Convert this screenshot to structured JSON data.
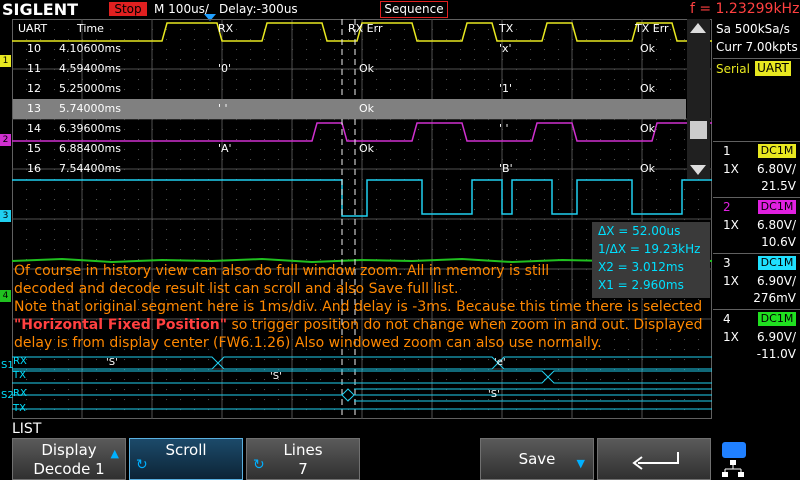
{
  "topbar": {
    "logo": "SIGLENT",
    "status": "Stop",
    "timebase": "M 100us/",
    "delay": "Delay:-300us",
    "mode": "Sequence",
    "frequency": "f = 1.23299kHz"
  },
  "table": {
    "headers": [
      "UART",
      "Time",
      "RX",
      "RX Err",
      "TX",
      "TX Err"
    ],
    "rows": [
      {
        "id": "10",
        "time": "4.10600ms",
        "rx": "",
        "rx_err": "",
        "tx": "'x'",
        "tx_err": "Ok"
      },
      {
        "id": "11",
        "time": "4.59400ms",
        "rx": "'0'",
        "rx_err": "Ok",
        "tx": "",
        "tx_err": ""
      },
      {
        "id": "12",
        "time": "5.25000ms",
        "rx": "",
        "rx_err": "",
        "tx": "'1'",
        "tx_err": "Ok"
      },
      {
        "id": "13",
        "time": "5.74000ms",
        "rx": "' '",
        "rx_err": "Ok",
        "tx": "",
        "tx_err": ""
      },
      {
        "id": "14",
        "time": "6.39600ms",
        "rx": "",
        "rx_err": "",
        "tx": "' '",
        "tx_err": "Ok"
      },
      {
        "id": "15",
        "time": "6.88400ms",
        "rx": "'A'",
        "rx_err": "Ok",
        "tx": "",
        "tx_err": ""
      },
      {
        "id": "16",
        "time": "7.54400ms",
        "rx": "",
        "rx_err": "",
        "tx": "'B'",
        "tx_err": "Ok"
      }
    ],
    "selected_row": "13"
  },
  "right_panel": {
    "sample_rate": "Sa 500kSa/s",
    "memory": "Curr 7.00kpts",
    "serial_label": "Serial",
    "serial_protocol": "UART",
    "channels": [
      {
        "num": "1",
        "coupling": "DC1M",
        "probe": "1X",
        "scale": "6.80V/",
        "offset": "21.5V",
        "color": "#f0f020"
      },
      {
        "num": "2",
        "coupling": "DC1M",
        "probe": "1X",
        "scale": "6.80V/",
        "offset": "10.6V",
        "color": "#e020e0"
      },
      {
        "num": "3",
        "coupling": "DC1M",
        "probe": "1X",
        "scale": "6.90V/",
        "offset": "276mV",
        "color": "#20e0ff"
      },
      {
        "num": "4",
        "coupling": "DC1M",
        "probe": "1X",
        "scale": "6.90V/",
        "offset": "-11.0V",
        "color": "#20e020"
      }
    ]
  },
  "cursor_info": {
    "dx": "ΔX = 52.00us",
    "inv_dx": "1/ΔX = 19.23kHz",
    "x2": "X2 = 3.012ms",
    "x1": "X1 = 2.960ms"
  },
  "annotation": {
    "line1": "Of course in history view can also do full window zoom. All in memory is still",
    "line2": "decoded and decode result list can scroll and also Save full list.",
    "line3": "Note that original segment here is 1ms/div. And delay is -3ms. Because this time there is selected",
    "line4_bold": "\"Horizontal Fixed Position\"",
    "line4_rest": " so trigger position do not change when zoom in and out. Displayed",
    "line5": "delay is from display center (FW6.1.26)  Also windowed zoom can also use normally."
  },
  "bus": {
    "s1_label": "S1",
    "s2_label": "S2",
    "rx_label": "RX",
    "tx_label": "TX",
    "s1_rx_1": "'S'",
    "s1_rx_2": "'e'",
    "s1_tx_1": "'S'",
    "s2_rx_1": "'S'"
  },
  "menu": {
    "list_label": "LIST",
    "display_l1": "Display",
    "display_l2": "Decode 1",
    "scroll": "Scroll",
    "lines_l1": "Lines",
    "lines_l2": "7",
    "save": "Save"
  },
  "markers": {
    "ch1": "1",
    "ch2": "2",
    "ch3": "3",
    "ch4": "4"
  }
}
